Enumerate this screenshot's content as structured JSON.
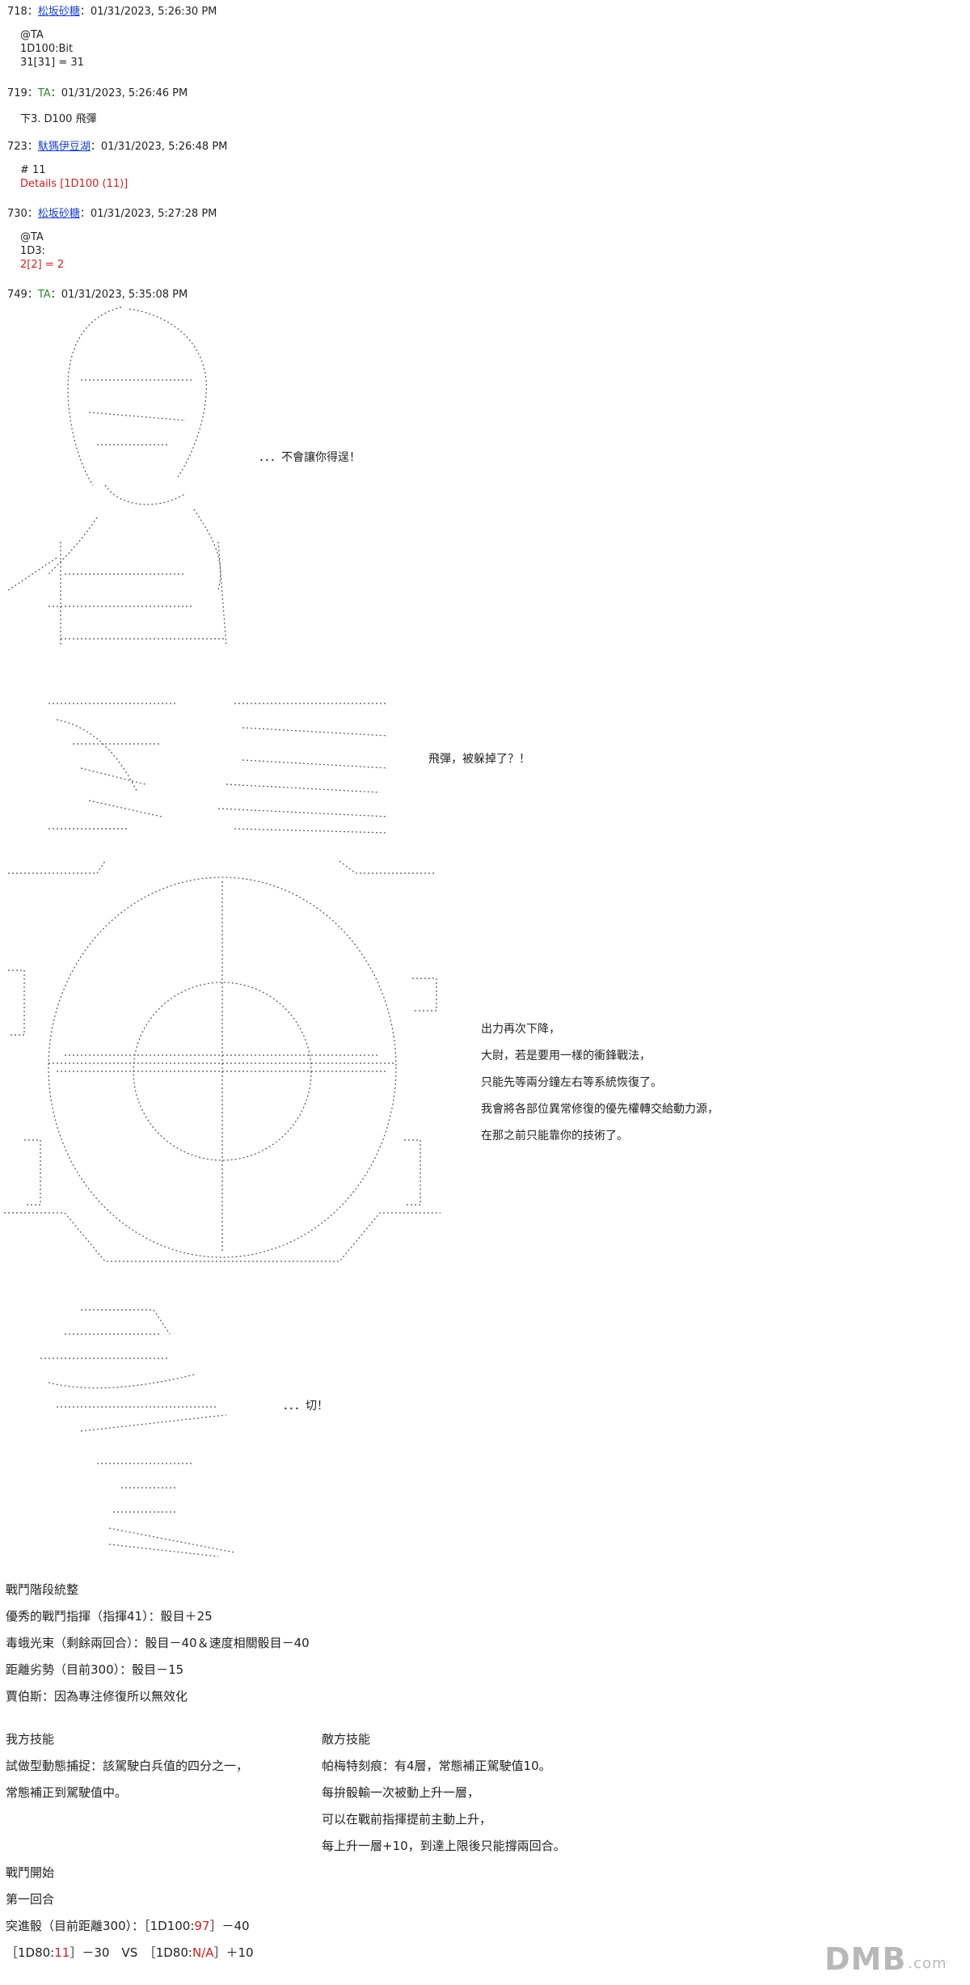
{
  "posts": [
    {
      "num": "718",
      "name": "松坂砂糖",
      "time": "01/31/2023, 5:26:30 PM",
      "lines": [
        "@TA",
        "1D100:Bit",
        "31[31] = 31"
      ]
    },
    {
      "num": "719",
      "name": "TA",
      "time": "01/31/2023, 5:26:46 PM",
      "lines": [
        "下3. D100 飛彈"
      ]
    },
    {
      "num": "723",
      "name": "馱獁伊豆湖",
      "time": "01/31/2023, 5:26:48 PM",
      "lines": [
        "# 11",
        "Details [1D100 (11)]"
      ]
    },
    {
      "num": "730",
      "name": "松坂砂糖",
      "time": "01/31/2023, 5:27:28 PM",
      "lines": [
        "@TA",
        "1D3:",
        "2[2] = 2"
      ]
    },
    {
      "num": "749",
      "name": "TA",
      "time": "01/31/2023, 5:35:08 PM",
      "lines": []
    }
  ],
  "dialogue": {
    "line1": "．．．不會讓你得逞！",
    "line2": "飛彈，被躲掉了？！",
    "radio": [
      "出力再次下降，",
      "大尉，若是要用一樣的衝鋒戰法，",
      "只能先等兩分鐘左右等系統恢復了。",
      "我會將各部位異常修復的優先權轉交給動力源，",
      "在那之前只能靠你的技術了。"
    ],
    "line3": "．．．切！"
  },
  "battle": {
    "adjust_title": "戰鬥階段統整",
    "adjust_lines": [
      "優秀的戰鬥指揮（指揮41）：骰目＋25",
      "毒蛾光束（剩餘兩回合）：骰目－40＆速度相關骰目－40",
      "距離劣勢（目前300）：骰目－15",
      "賈伯斯：因為專注修復所以無效化"
    ],
    "our_title": "我方技能",
    "our_lines": [
      "試做型動態捕捉：該駕駛白兵值的四分之一，",
      "常態補正到駕駛值中。"
    ],
    "enemy_title": "敵方技能",
    "enemy_lines": [
      "帕梅特刻痕：有4層，常態補正駕駛值10。",
      "每拚骰輸一次被動上升一層，",
      "可以在戰前指揮提前主動上升，",
      "每上升一層+10，到達上限後只能撐兩回合。"
    ],
    "start_title": "戰鬥開始",
    "round_title": "第一回合",
    "charge_prefix": "突進骰（目前距離300）：［1D100:",
    "charge_roll": "97",
    "charge_suffix": "］－40",
    "vs_prefix1": "［1D80:",
    "vs_roll1": "11",
    "vs_mid": "］－30　VS　［1D80:",
    "vs_roll2": "N/A",
    "vs_suffix": "］＋10"
  },
  "watermark": {
    "brand": "DMB",
    "suffix": ".com"
  },
  "colors": {
    "link": "#1a3fd1",
    "name_plain": "#2e8b2e",
    "dice": "#d02020",
    "text": "#222222"
  }
}
